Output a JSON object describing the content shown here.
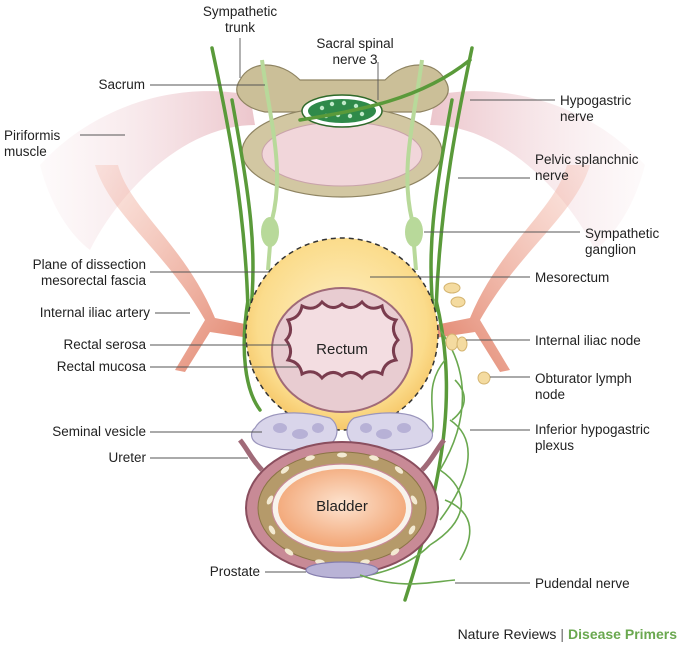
{
  "labels": {
    "sympathetic_trunk": [
      "Sympathetic",
      "trunk"
    ],
    "sacral_spinal_nerve": [
      "Sacral spinal",
      "nerve 3"
    ],
    "sacrum": "Sacrum",
    "hypogastric_nerve": [
      "Hypogastric",
      "nerve"
    ],
    "piriformis_muscle": [
      "Piriformis",
      "muscle"
    ],
    "pelvic_splanchnic_nerve": [
      "Pelvic splanchnic",
      "nerve"
    ],
    "sympathetic_ganglion": [
      "Sympathetic",
      "ganglion"
    ],
    "plane_of_dissection": [
      "Plane of dissection",
      "mesorectal fascia"
    ],
    "mesorectum": "Mesorectum",
    "internal_iliac_artery": "Internal iliac artery",
    "internal_iliac_node": "Internal iliac node",
    "rectal_serosa": "Rectal serosa",
    "rectal_mucosa": "Rectal mucosa",
    "rectum": "Rectum",
    "obturator_lymph_node": [
      "Obturator lymph",
      "node"
    ],
    "seminal_vesicle": "Seminal vesicle",
    "inferior_hypogastric_plexus": [
      "Inferior hypogastric",
      "plexus"
    ],
    "ureter": "Ureter",
    "bladder": "Bladder",
    "prostate": "Prostate",
    "pudendal_nerve": "Pudendal nerve"
  },
  "credit": {
    "publisher": "Nature Reviews",
    "separator": "|",
    "series": "Disease Primers"
  },
  "colors": {
    "nerve": "#5a9a3a",
    "sympathetic": "#a9cf8a",
    "mesorectum": "#fbdc8c",
    "rectum": "#e8ccd1",
    "bladder": "#f6b488",
    "artery": "#e58a72",
    "muscle": "#f1d6da",
    "bone": "#c9bd95",
    "node": "#f4dba0",
    "accent": "#6aa84f"
  }
}
